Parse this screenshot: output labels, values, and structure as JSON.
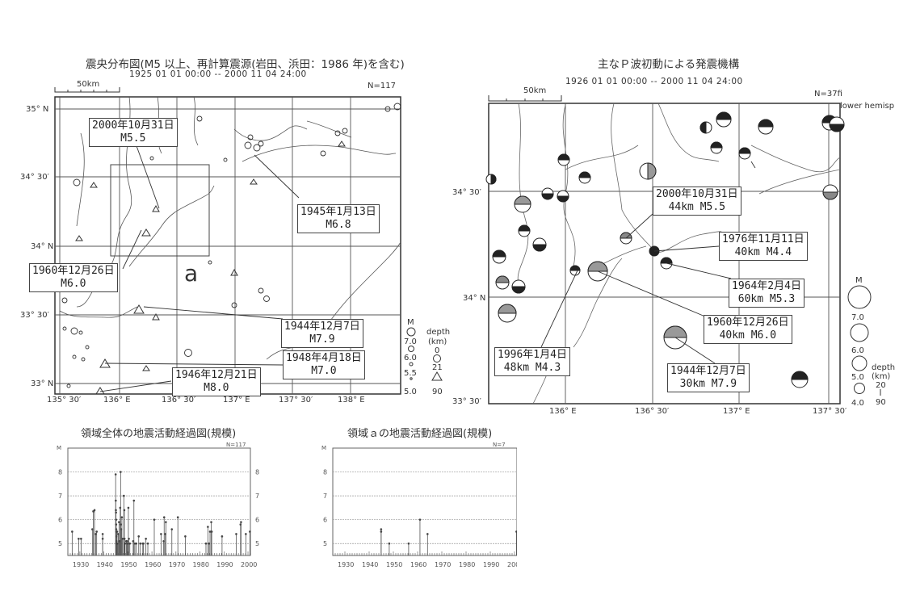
{
  "left_map": {
    "title": "震央分布図(M5 以上、再計算震源(岩田、浜田：1986 年)を含む)",
    "period": "1925 01 01 00:00 -- 2000 11 04 24:00",
    "scale_label": "50km",
    "count": "N=117",
    "region_label": "a",
    "lat_labels": [
      "35° N",
      "34° 30′",
      "34° N",
      "33° 30′",
      "33° N"
    ],
    "lon_labels": [
      "135° 30′",
      "136° E",
      "136° 30′",
      "137° E",
      "137° 30′",
      "138° E"
    ],
    "callouts": [
      {
        "date": "2000年10月31日",
        "info": "M5.5"
      },
      {
        "date": "1945年1月13日",
        "info": "M6.8"
      },
      {
        "date": "1960年12月26日",
        "info": "M6.0"
      },
      {
        "date": "1944年12月7日",
        "info": "M7.9"
      },
      {
        "date": "1948年4月18日",
        "info": "M7.0"
      },
      {
        "date": "1946年12月21日",
        "info": "M8.0"
      }
    ],
    "legend": {
      "mag_header": "M",
      "mag_values": [
        "7.0",
        "6.0",
        "5.5",
        "5.0"
      ],
      "depth_header": "depth",
      "depth_unit": "(km)",
      "depth_values": [
        "0",
        "21",
        "90"
      ]
    }
  },
  "right_map": {
    "title": "主なＰ波初動による発震機構",
    "period": "1926 01 01 00:00 -- 2000 11 04 24:00",
    "scale_label": "50km",
    "count": "N=37",
    "count_suffix": "fi",
    "hemisphere": "lower hemisp",
    "lat_labels": [
      "34° 30′",
      "34° N",
      "33° 30′"
    ],
    "lon_labels": [
      "136° E",
      "136° 30′",
      "137° E",
      "137° 30′"
    ],
    "callouts": [
      {
        "date": "2000年10月31日",
        "info": "44km  M5.5"
      },
      {
        "date": "1976年11月11日",
        "info": "40km  M4.4"
      },
      {
        "date": "1964年2月4日",
        "info": "60km  M5.3"
      },
      {
        "date": "1960年12月26日",
        "info": "40km  M6.0"
      },
      {
        "date": "1996年1月4日",
        "info": "48km  M4.3"
      },
      {
        "date": "1944年12月7日",
        "info": "30km  M7.9"
      }
    ],
    "legend": {
      "mag_header": "M",
      "mag_values": [
        "7.0",
        "6.0",
        "5.0",
        "4.0"
      ],
      "depth_header": "depth",
      "depth_unit": "(km)",
      "depth_top": "20",
      "depth_bottom": "90"
    }
  },
  "chart_data": [
    {
      "type": "bar",
      "title": "領域全体の地震活動経過図(規模)",
      "count_label": "N=117",
      "ylabel": "M",
      "xlabel": "",
      "xlim": [
        1925,
        2001
      ],
      "ylim": [
        4.5,
        9
      ],
      "yticks": [
        5,
        6,
        7,
        8
      ],
      "xticks": [
        1930,
        1940,
        1950,
        1960,
        1970,
        1980,
        1990,
        2000
      ],
      "grid": true,
      "points": [
        [
          1926.8,
          5.5
        ],
        [
          1929.5,
          5.2
        ],
        [
          1930.5,
          5.2
        ],
        [
          1935.2,
          5.6
        ],
        [
          1935.6,
          6.35
        ],
        [
          1936.1,
          6.4
        ],
        [
          1936.6,
          5.4
        ],
        [
          1937.0,
          5.5
        ],
        [
          1939.5,
          5.4
        ],
        [
          1939.5,
          5.2
        ],
        [
          1944.9,
          7.9
        ],
        [
          1944.95,
          6.8
        ],
        [
          1945.0,
          6.4
        ],
        [
          1945.05,
          6.3
        ],
        [
          1945.1,
          6.0
        ],
        [
          1945.1,
          5.8
        ],
        [
          1945.15,
          5.6
        ],
        [
          1945.2,
          5.5
        ],
        [
          1945.25,
          5.3
        ],
        [
          1945.3,
          5.1
        ],
        [
          1945.4,
          5.0
        ],
        [
          1945.5,
          5.5
        ],
        [
          1945.7,
          5.0
        ],
        [
          1946.0,
          5.4
        ],
        [
          1946.3,
          5.9
        ],
        [
          1946.5,
          5.1
        ],
        [
          1946.8,
          6.5
        ],
        [
          1946.97,
          8.0
        ],
        [
          1947.0,
          5.8
        ],
        [
          1947.2,
          5.6
        ],
        [
          1947.5,
          6.1
        ],
        [
          1947.8,
          5.2
        ],
        [
          1948.3,
          7.0
        ],
        [
          1948.5,
          6.4
        ],
        [
          1948.6,
          5.2
        ],
        [
          1948.8,
          5.0
        ],
        [
          1949.3,
          5.1
        ],
        [
          1949.6,
          5.1
        ],
        [
          1949.8,
          5.0
        ],
        [
          1950.2,
          6.5
        ],
        [
          1950.4,
          5.2
        ],
        [
          1950.8,
          5.0
        ],
        [
          1952.2,
          5.1
        ],
        [
          1952.5,
          6.8
        ],
        [
          1952.9,
          5.0
        ],
        [
          1953.5,
          5.0
        ],
        [
          1954.5,
          5.3
        ],
        [
          1955.2,
          5.0
        ],
        [
          1956.2,
          5.0
        ],
        [
          1956.5,
          5.0
        ],
        [
          1957.5,
          5.2
        ],
        [
          1958.3,
          5.0
        ],
        [
          1960.98,
          6.0
        ],
        [
          1963.8,
          5.4
        ],
        [
          1964.9,
          5.1
        ],
        [
          1965.1,
          6.1
        ],
        [
          1965.6,
          5.4
        ],
        [
          1965.8,
          5.9
        ],
        [
          1968.3,
          5.6
        ],
        [
          1970.8,
          6.1
        ],
        [
          1973.9,
          5.3
        ],
        [
          1982.5,
          5.0
        ],
        [
          1983.3,
          5.7
        ],
        [
          1983.8,
          5.0
        ],
        [
          1984.2,
          5.5
        ],
        [
          1984.7,
          5.9
        ],
        [
          1984.9,
          5.5
        ],
        [
          1989.2,
          5.3
        ],
        [
          1995.1,
          5.4
        ],
        [
          1996.9,
          5.8
        ],
        [
          1997.1,
          5.9
        ],
        [
          1999.1,
          5.4
        ],
        [
          2000.8,
          5.5
        ]
      ]
    },
    {
      "type": "bar",
      "title": "領域ａの地震活動経過図(規模)",
      "count_label": "N=7",
      "ylabel": "M",
      "xlabel": "",
      "xlim": [
        1925,
        2001
      ],
      "ylim": [
        4.5,
        9
      ],
      "yticks": [
        5,
        6,
        7,
        8
      ],
      "xticks": [
        1930,
        1940,
        1950,
        1960,
        1970,
        1980,
        1990,
        2000
      ],
      "grid": true,
      "points": [
        [
          1944.95,
          5.6
        ],
        [
          1944.95,
          5.5
        ],
        [
          1948.3,
          5.0
        ],
        [
          1956.3,
          5.0
        ],
        [
          1960.98,
          6.0
        ],
        [
          1964.1,
          5.4
        ],
        [
          2000.8,
          5.5
        ]
      ]
    }
  ]
}
